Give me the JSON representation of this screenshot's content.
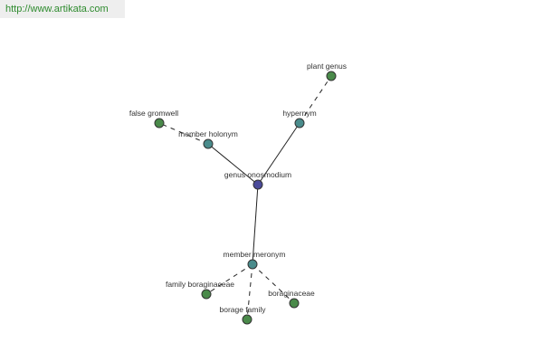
{
  "header": {
    "url_text": "http://www.artikata.com"
  },
  "colors": {
    "center": "#4a4a9a",
    "relation": "#4a8c8c",
    "leaf": "#4a8a4a"
  },
  "graph": {
    "center": "genus onosmodium",
    "relations": [
      {
        "label": "member holonym",
        "targets": [
          "false gromwell"
        ]
      },
      {
        "label": "hypernym",
        "targets": [
          "plant genus"
        ]
      },
      {
        "label": "member meronym",
        "targets": [
          "family boraginaceae",
          "borage family",
          "boraginaceae"
        ]
      }
    ]
  }
}
